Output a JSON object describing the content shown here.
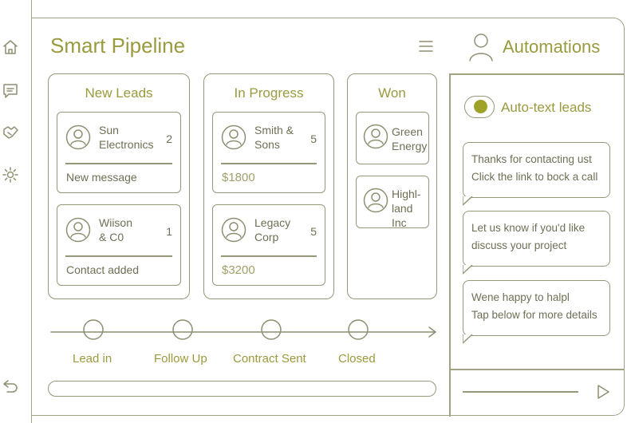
{
  "rail": {
    "items": [
      {
        "icon": "home-icon"
      },
      {
        "icon": "notes-icon"
      },
      {
        "icon": "handshake-icon"
      },
      {
        "icon": "gear-icon"
      }
    ],
    "back_icon": "back-arrow-icon"
  },
  "header": {
    "title": "Smart Pipeline",
    "menu_icon": "hamburger-menu-icon"
  },
  "columns": [
    {
      "title": "New Leads",
      "cards": [
        {
          "name_line1": "Sun",
          "name_line2": "Electronics",
          "count": "2",
          "footer": "New message"
        },
        {
          "name_line1": "Wiison",
          "name_line2": "& C0",
          "count": "1",
          "footer": "Contact added"
        }
      ]
    },
    {
      "title": "In Progress",
      "cards": [
        {
          "name_line1": "Smith &",
          "name_line2": "Sons",
          "count": "5",
          "footer": "$1800"
        },
        {
          "name_line1": "Legacy",
          "name_line2": "Corp",
          "count": "5",
          "footer": "$3200"
        }
      ]
    },
    {
      "title": "Won",
      "cards": [
        {
          "name_line1": "Green",
          "name_line2": "Energy"
        },
        {
          "name_line1": "Highl-",
          "name_line2": "land",
          "name_line3": "Inc"
        }
      ]
    }
  ],
  "timeline": {
    "stages": [
      "Lead in",
      "Follow Up",
      "Contract Sent",
      "Closed"
    ]
  },
  "automations": {
    "title": "Automations",
    "toggle_label": "Auto-text leads",
    "toggle_on": true,
    "messages": [
      {
        "line1": "Thanks for contacting ust",
        "line2": "Click the link to bock a call"
      },
      {
        "line1": "Let us know if you'd like",
        "line2": "discuss your project"
      },
      {
        "line1": "Wene happy to halpl",
        "line2": "Tap below for more details"
      }
    ],
    "send_icon": "send-icon"
  },
  "colors": {
    "accent": "#9a9a3f",
    "toggle_knob": "#9ea228",
    "line": "#97977a"
  }
}
